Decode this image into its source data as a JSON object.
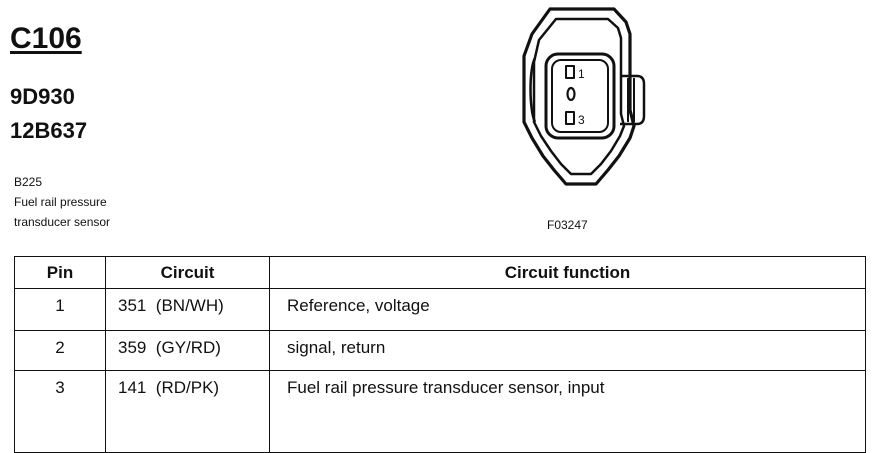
{
  "header": {
    "connector_id": "C106",
    "part_numbers": [
      "9D930",
      "12B637"
    ]
  },
  "component": {
    "code": "B225",
    "name_lines": [
      "Fuel rail pressure",
      "transducer sensor"
    ]
  },
  "figure": {
    "code": "F03247",
    "pin_labels": [
      "1",
      "3"
    ]
  },
  "table": {
    "headers": {
      "pin": "Pin",
      "circuit": "Circuit",
      "function": "Circuit function"
    },
    "rows": [
      {
        "pin": "1",
        "circuit": "351  (BN/WH)",
        "function": "Reference, voltage"
      },
      {
        "pin": "2",
        "circuit": "359  (GY/RD)",
        "function": "signal, return"
      },
      {
        "pin": "3",
        "circuit": "141  (RD/PK)",
        "function": "Fuel rail pressure transducer sensor, input"
      }
    ]
  }
}
